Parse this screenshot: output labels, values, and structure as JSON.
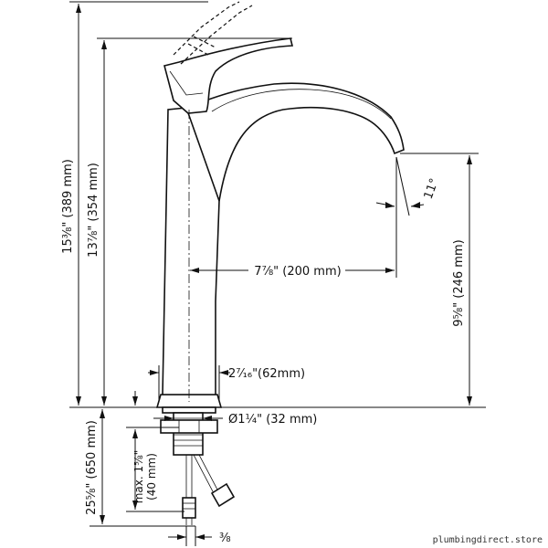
{
  "dimensions": {
    "total_height": "15⅜\" (389 mm)",
    "spout_height": "13⅞\" (354 mm)",
    "reach": "7⅞\" (200 mm)",
    "outlet_height": "9⅝\" (246 mm)",
    "angle": "11°",
    "base_diameter": "2⁷⁄₁₆\"(62mm)",
    "shank_diameter": "Ø1¼\" (32 mm)",
    "hose_length": "25⅝\" (650 mm)",
    "max_deck_line1": "max. 1⅝\"",
    "max_deck_line2": "(40 mm)",
    "connection": "⅜"
  },
  "watermark": "plumbingdirect.store"
}
